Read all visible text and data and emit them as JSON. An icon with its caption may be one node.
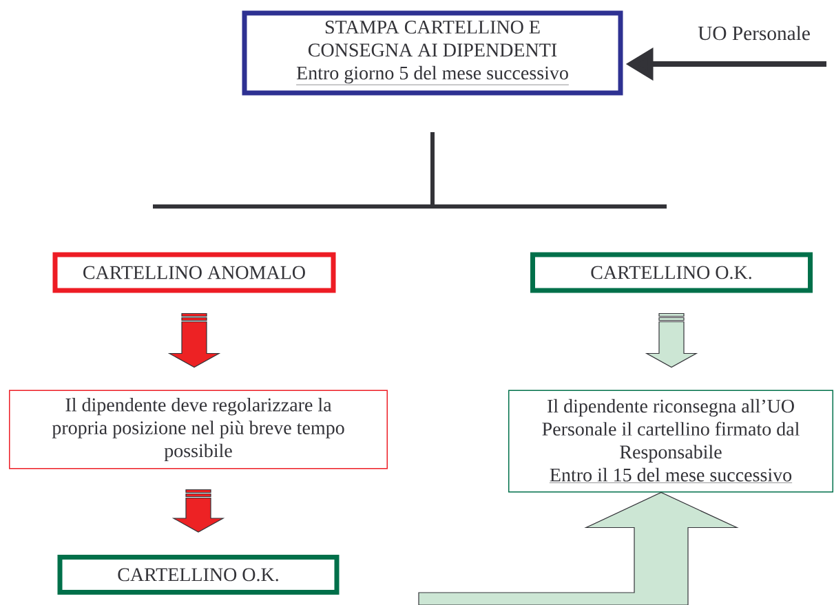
{
  "diagram": {
    "nodes": [
      {
        "text": [
          "STAMPA CARTELLINO E CONSEGNA AI DIPENDENTI",
          "Entro giorno 5 del mese successivo"
        ]
      },
      {
        "text": [
          "CARTELLINO ANOMALO"
        ]
      },
      {
        "text": [
          "CARTELLINO O.K."
        ]
      },
      {
        "text": [
          "Il dipendente deve regolarizzare la propria posizione nel più breve tempo possibile"
        ]
      },
      {
        "text": [
          "Il dipendente riconsegna all’UO Personale il cartellino firmato dal Responsabile",
          "Entro il 15 del mese successivo"
        ]
      },
      {
        "text": [
          "CARTELLINO O.K."
        ]
      }
    ],
    "edges": [
      {
        "from": null,
        "to": 0,
        "arrow": "to",
        "label": "UO Personale",
        "color": "#333338"
      },
      {
        "from": 1,
        "to": 3,
        "arrow": "to",
        "color": "#ed2224"
      },
      {
        "from": 3,
        "to": 5,
        "arrow": "to",
        "color": "#ed2224"
      },
      {
        "from": 2,
        "to": 4,
        "arrow": "to",
        "color": "#cce6d4"
      },
      {
        "from": null,
        "to": 4,
        "arrow": "to",
        "color": "#cce6d4"
      }
    ]
  }
}
